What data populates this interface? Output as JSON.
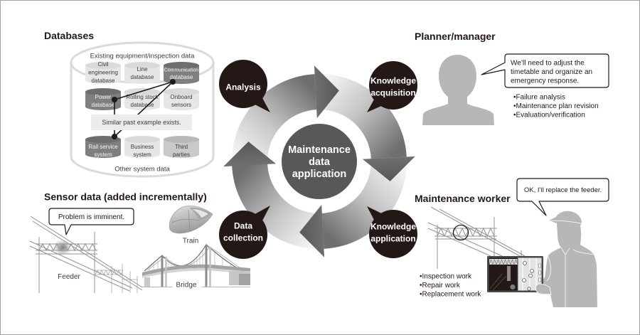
{
  "colors": {
    "step_bubble": "#231815",
    "center_circle": "#595757",
    "person_silhouette": "#b7b7b7",
    "db_highlighted": "#7f7f7f",
    "db_normal": "#e6e6e6",
    "db_external": "#c9c9c9",
    "link_line": "#231815",
    "cycle_arrow_light": "#f3f3f3",
    "cycle_arrow_mid": "#c6c6c6",
    "cycle_arrow_dark": "#6f6f6f",
    "cycle_arrow_head": "#575757"
  },
  "databases": {
    "title": "Databases",
    "existing_group_label": "Existing equipment/inspection data",
    "existing_items": [
      {
        "lines": [
          "Civil",
          "engineering",
          "database"
        ],
        "linked": false
      },
      {
        "lines": [
          "Line",
          "database"
        ],
        "linked": false
      },
      {
        "lines": [
          "Communication",
          "database"
        ],
        "linked": true
      },
      {
        "lines": [
          "Power",
          "database"
        ],
        "linked": true
      },
      {
        "lines": [
          "Rolling stock",
          "database"
        ],
        "linked": false
      },
      {
        "lines": [
          "Onboard",
          "sensors"
        ],
        "linked": false
      }
    ],
    "match_banner": "Similar past example exists.",
    "other_items": [
      {
        "lines": [
          "Rail service",
          "system"
        ],
        "linked": true
      },
      {
        "lines": [
          "Business",
          "system"
        ],
        "linked": false
      },
      {
        "lines": [
          "Third",
          "parties"
        ],
        "linked": false
      }
    ],
    "other_group_label": "Other system data"
  },
  "cycle": {
    "center_lines": [
      "Maintenance",
      "data",
      "application"
    ],
    "direction": "clockwise",
    "steps": [
      {
        "lines": [
          "Analysis"
        ]
      },
      {
        "lines": [
          "Knowledge",
          "acquisition"
        ]
      },
      {
        "lines": [
          "Knowledge",
          "application"
        ]
      },
      {
        "lines": [
          "Data",
          "collection"
        ]
      }
    ]
  },
  "planner": {
    "title": "Planner/manager",
    "speech_lines": [
      "We’ll need to adjust the",
      "timetable and organize an",
      "emergency response."
    ],
    "tasks": [
      "•Failure analysis",
      "•Maintenance plan revision",
      "•Evaluation/verification"
    ]
  },
  "sensor_data": {
    "title": "Sensor data (added incrementally)",
    "speech": "Problem is imminent.",
    "labels": {
      "feeder": "Feeder",
      "train": "Train",
      "bridge": "Bridge"
    }
  },
  "worker": {
    "title": "Maintenance worker",
    "speech": "OK, I’ll replace the feeder.",
    "tasks": [
      "•Inspection work",
      "•Repair work",
      "•Replacement work"
    ]
  }
}
